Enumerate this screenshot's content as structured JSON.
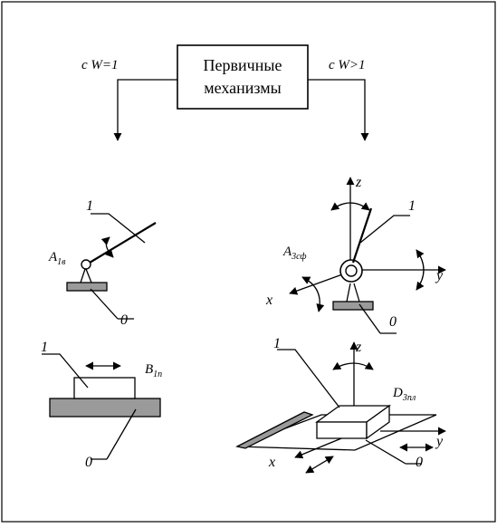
{
  "title_box": {
    "line1": "Первичные",
    "line2": "механизмы"
  },
  "branches": {
    "left": "с W=1",
    "right": "с W>1"
  },
  "mechanisms": {
    "rotational": {
      "link": "1",
      "base": "0",
      "joint": "A",
      "joint_sub": "1в"
    },
    "spherical": {
      "link": "1",
      "base": "0",
      "joint": "A",
      "joint_sub": "3сф",
      "axes": {
        "x": "x",
        "y": "y",
        "z": "z"
      }
    },
    "prismatic": {
      "link": "1",
      "base": "0",
      "joint": "B",
      "joint_sub": "1п"
    },
    "planar": {
      "link": "1",
      "base": "0",
      "joint": "D",
      "joint_sub": "3пл",
      "axes": {
        "x": "x",
        "y": "y",
        "z": "z"
      }
    }
  }
}
